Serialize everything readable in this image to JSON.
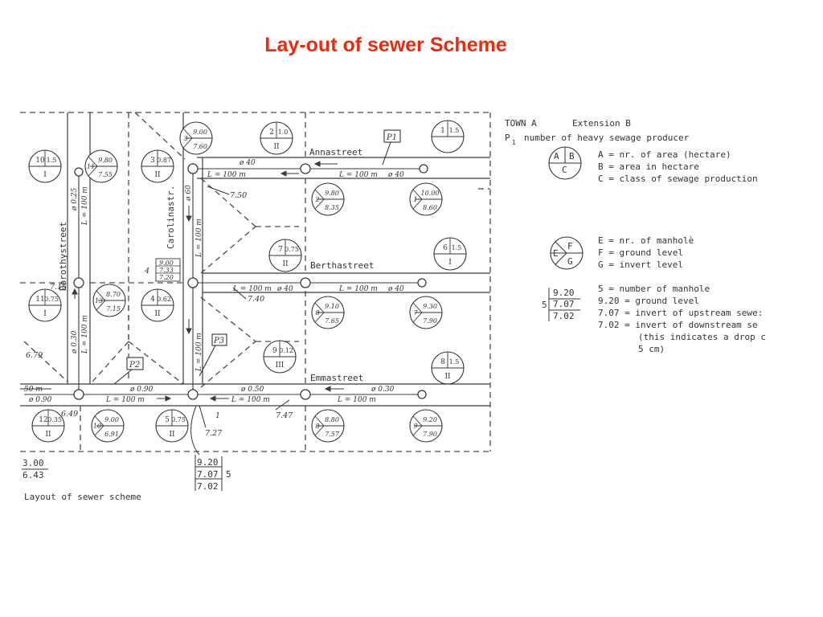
{
  "slide": {
    "title": "Lay-out of sewer Scheme"
  },
  "streets": {
    "anna": "Annastreet",
    "bertha": "Berthastreet",
    "emma": "Emmastreet",
    "dorothy": "Dorothystreet",
    "carolina": "Carolinastr."
  },
  "pipes": {
    "length": "L = 100 m",
    "length_short": "L = 100 m",
    "d40": "ø 40",
    "d40_b": "ø 40",
    "d50": "ø 0.50",
    "d30": "ø 0.30",
    "d90": "ø 0.90",
    "d25": "ø 0.25",
    "d60": "ø 60",
    "d30v": "ø 0.30"
  },
  "areas": [
    {
      "num": "10",
      "size": "1.5",
      "cls": "I"
    },
    {
      "num": "3",
      "size": "0.87",
      "cls": "II"
    },
    {
      "num": "2",
      "size": "1.0",
      "cls": "II"
    },
    {
      "num": "1",
      "size": "1.5",
      "cls": ""
    },
    {
      "num": "7",
      "size": "0.75",
      "cls": "II"
    },
    {
      "num": "6",
      "size": "1.5",
      "cls": "I"
    },
    {
      "num": "11",
      "size": "0.75",
      "cls": "I"
    },
    {
      "num": "4",
      "size": "0.62",
      "cls": "II"
    },
    {
      "num": "9",
      "size": "0.12",
      "cls": "III"
    },
    {
      "num": "8",
      "size": "1.5",
      "cls": "II"
    },
    {
      "num": "12",
      "size": "0.35",
      "cls": "II"
    },
    {
      "num": "5",
      "size": "0.75",
      "cls": "II"
    }
  ],
  "manholes": [
    {
      "num": "3",
      "ground": "9.00",
      "invert": "7.60"
    },
    {
      "num": "11",
      "ground": "9.80",
      "invert": "7.55"
    },
    {
      "num": "2",
      "ground": "9.80",
      "invert": "8.35"
    },
    {
      "num": "1",
      "ground": "10.00",
      "invert": "8.60"
    },
    {
      "num": "13",
      "ground": "8.70",
      "invert": "7.15"
    },
    {
      "num": "8",
      "ground": "9.10",
      "invert": "7.65"
    },
    {
      "num": "7",
      "ground": "9.30",
      "invert": "7.90"
    },
    {
      "num": "10",
      "ground": "9.00",
      "invert": "6.91"
    },
    {
      "num": "8",
      "ground": "8.80",
      "invert": "7.57"
    },
    {
      "num": "9",
      "ground": "9.20",
      "invert": "7.90"
    }
  ],
  "notes": {
    "n750": "7.50",
    "n740": "7.40",
    "n747": "7.47",
    "n727": "7.27",
    "n679": "6.79",
    "n649": "6.49",
    "n715": "7.15",
    "n4": "4",
    "n1": "1",
    "box4_a": "9.00",
    "box4_b": "7.33",
    "box4_c": "7.20",
    "bottom_box_a": "9.20",
    "bottom_box_b": "7.07",
    "bottom_box_c": "7.02",
    "bottom_box_num": "5",
    "left_top": "3.00",
    "left_bottom": "6.43",
    "outfall_a": "50 m",
    "outfall_b": "ø 0.90",
    "p1": "P1",
    "p2": "P2",
    "p3": "P3"
  },
  "caption": "Layout of sewer scheme",
  "legend": {
    "town": "TOWN A",
    "ext": "Extension B",
    "p_label": "P",
    "p_sub": "1",
    "p_text": "number of heavy sewage producer",
    "sym_a": "A",
    "sym_b": "B",
    "sym_c": "C",
    "a_line": "A = nr. of area (hectare)",
    "b_line": "B = area in hectare",
    "c_line": "C = class of sewage production",
    "sym_e": "E",
    "sym_f": "F",
    "sym_g": "G",
    "e_line": "E = nr. of manholè",
    "f_line": "F = ground level",
    "g_line": "G = invert level",
    "box_num": "5",
    "box_a": "9.20",
    "box_b": "7.07",
    "box_c": "7.02",
    "l1": "5 = number of manhole",
    "l2": "9.20 = ground level",
    "l3": "7.07 = invert of upstream sewe:",
    "l4": "7.02 = invert of downstream se",
    "l5": "(this indicates a drop c",
    "l6": "5 cm)"
  },
  "colors": {
    "title": "#ee2a0c",
    "ink": "#3a3a3a"
  }
}
